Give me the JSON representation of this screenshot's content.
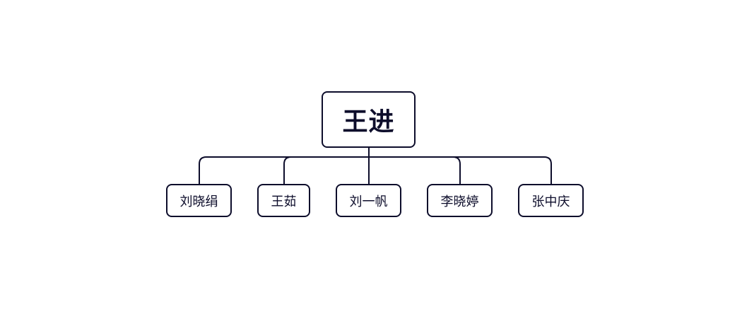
{
  "colors": {
    "line": "#0d0d2b",
    "node_border": "#0d0d2b",
    "text": "#0d0d2b",
    "background": "#ffffff"
  },
  "org_chart": {
    "root": {
      "name": "王进"
    },
    "children": [
      {
        "name": "刘晓绢"
      },
      {
        "name": "王茹"
      },
      {
        "name": "刘一帆"
      },
      {
        "name": "李晓婷"
      },
      {
        "name": "张中庆"
      }
    ]
  }
}
